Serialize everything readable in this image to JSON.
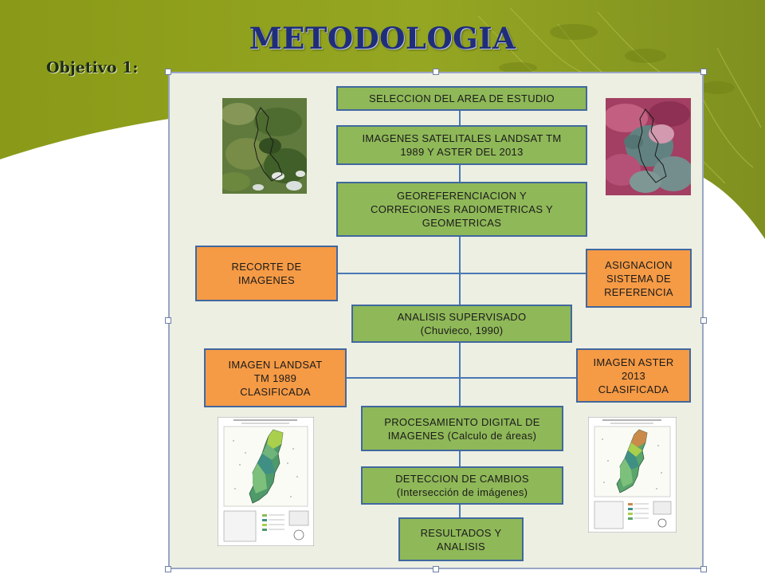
{
  "slide": {
    "title": "METODOLOGIA",
    "subtitle": "Objetivo 1:"
  },
  "colors": {
    "banner_green": "#8e9e1d",
    "process_box": "#8fb858",
    "output_box": "#f59a45",
    "box_border": "#41689e",
    "connector": "#4a78b5",
    "title_blue": "#1f2d7a"
  },
  "flowchart": {
    "main_steps": [
      "SELECCION DEL AREA DE ESTUDIO",
      "IMAGENES SATELITALES LANDSAT TM\n1989 Y ASTER DEL 2013",
      "GEOREFERENCIACION Y\nCORRECIONES RADIOMETRICAS Y\nGEOMETRICAS",
      "ANALISIS SUPERVISADO\n(Chuvieco, 1990)",
      "PROCESAMIENTO DIGITAL DE\nIMAGENES (Calculo de áreas)",
      "DETECCION DE CAMBIOS\n(Intersección de imágenes)",
      "RESULTADOS Y\nANALISIS"
    ],
    "side_left": [
      "RECORTE DE\nIMAGENES",
      "IMAGEN LANDSAT\nTM 1989\nCLASIFICADA"
    ],
    "side_right": [
      "ASIGNACION\nSISTEMA DE\nREFERENCIA",
      "IMAGEN ASTER\n2013\nCLASIFICADA"
    ]
  },
  "images": {
    "landsat_thumbnail": "satellite-image-landsat",
    "aster_thumbnail": "satellite-image-aster",
    "map_left": "classified-map-1989",
    "map_right": "classified-map-2013"
  }
}
